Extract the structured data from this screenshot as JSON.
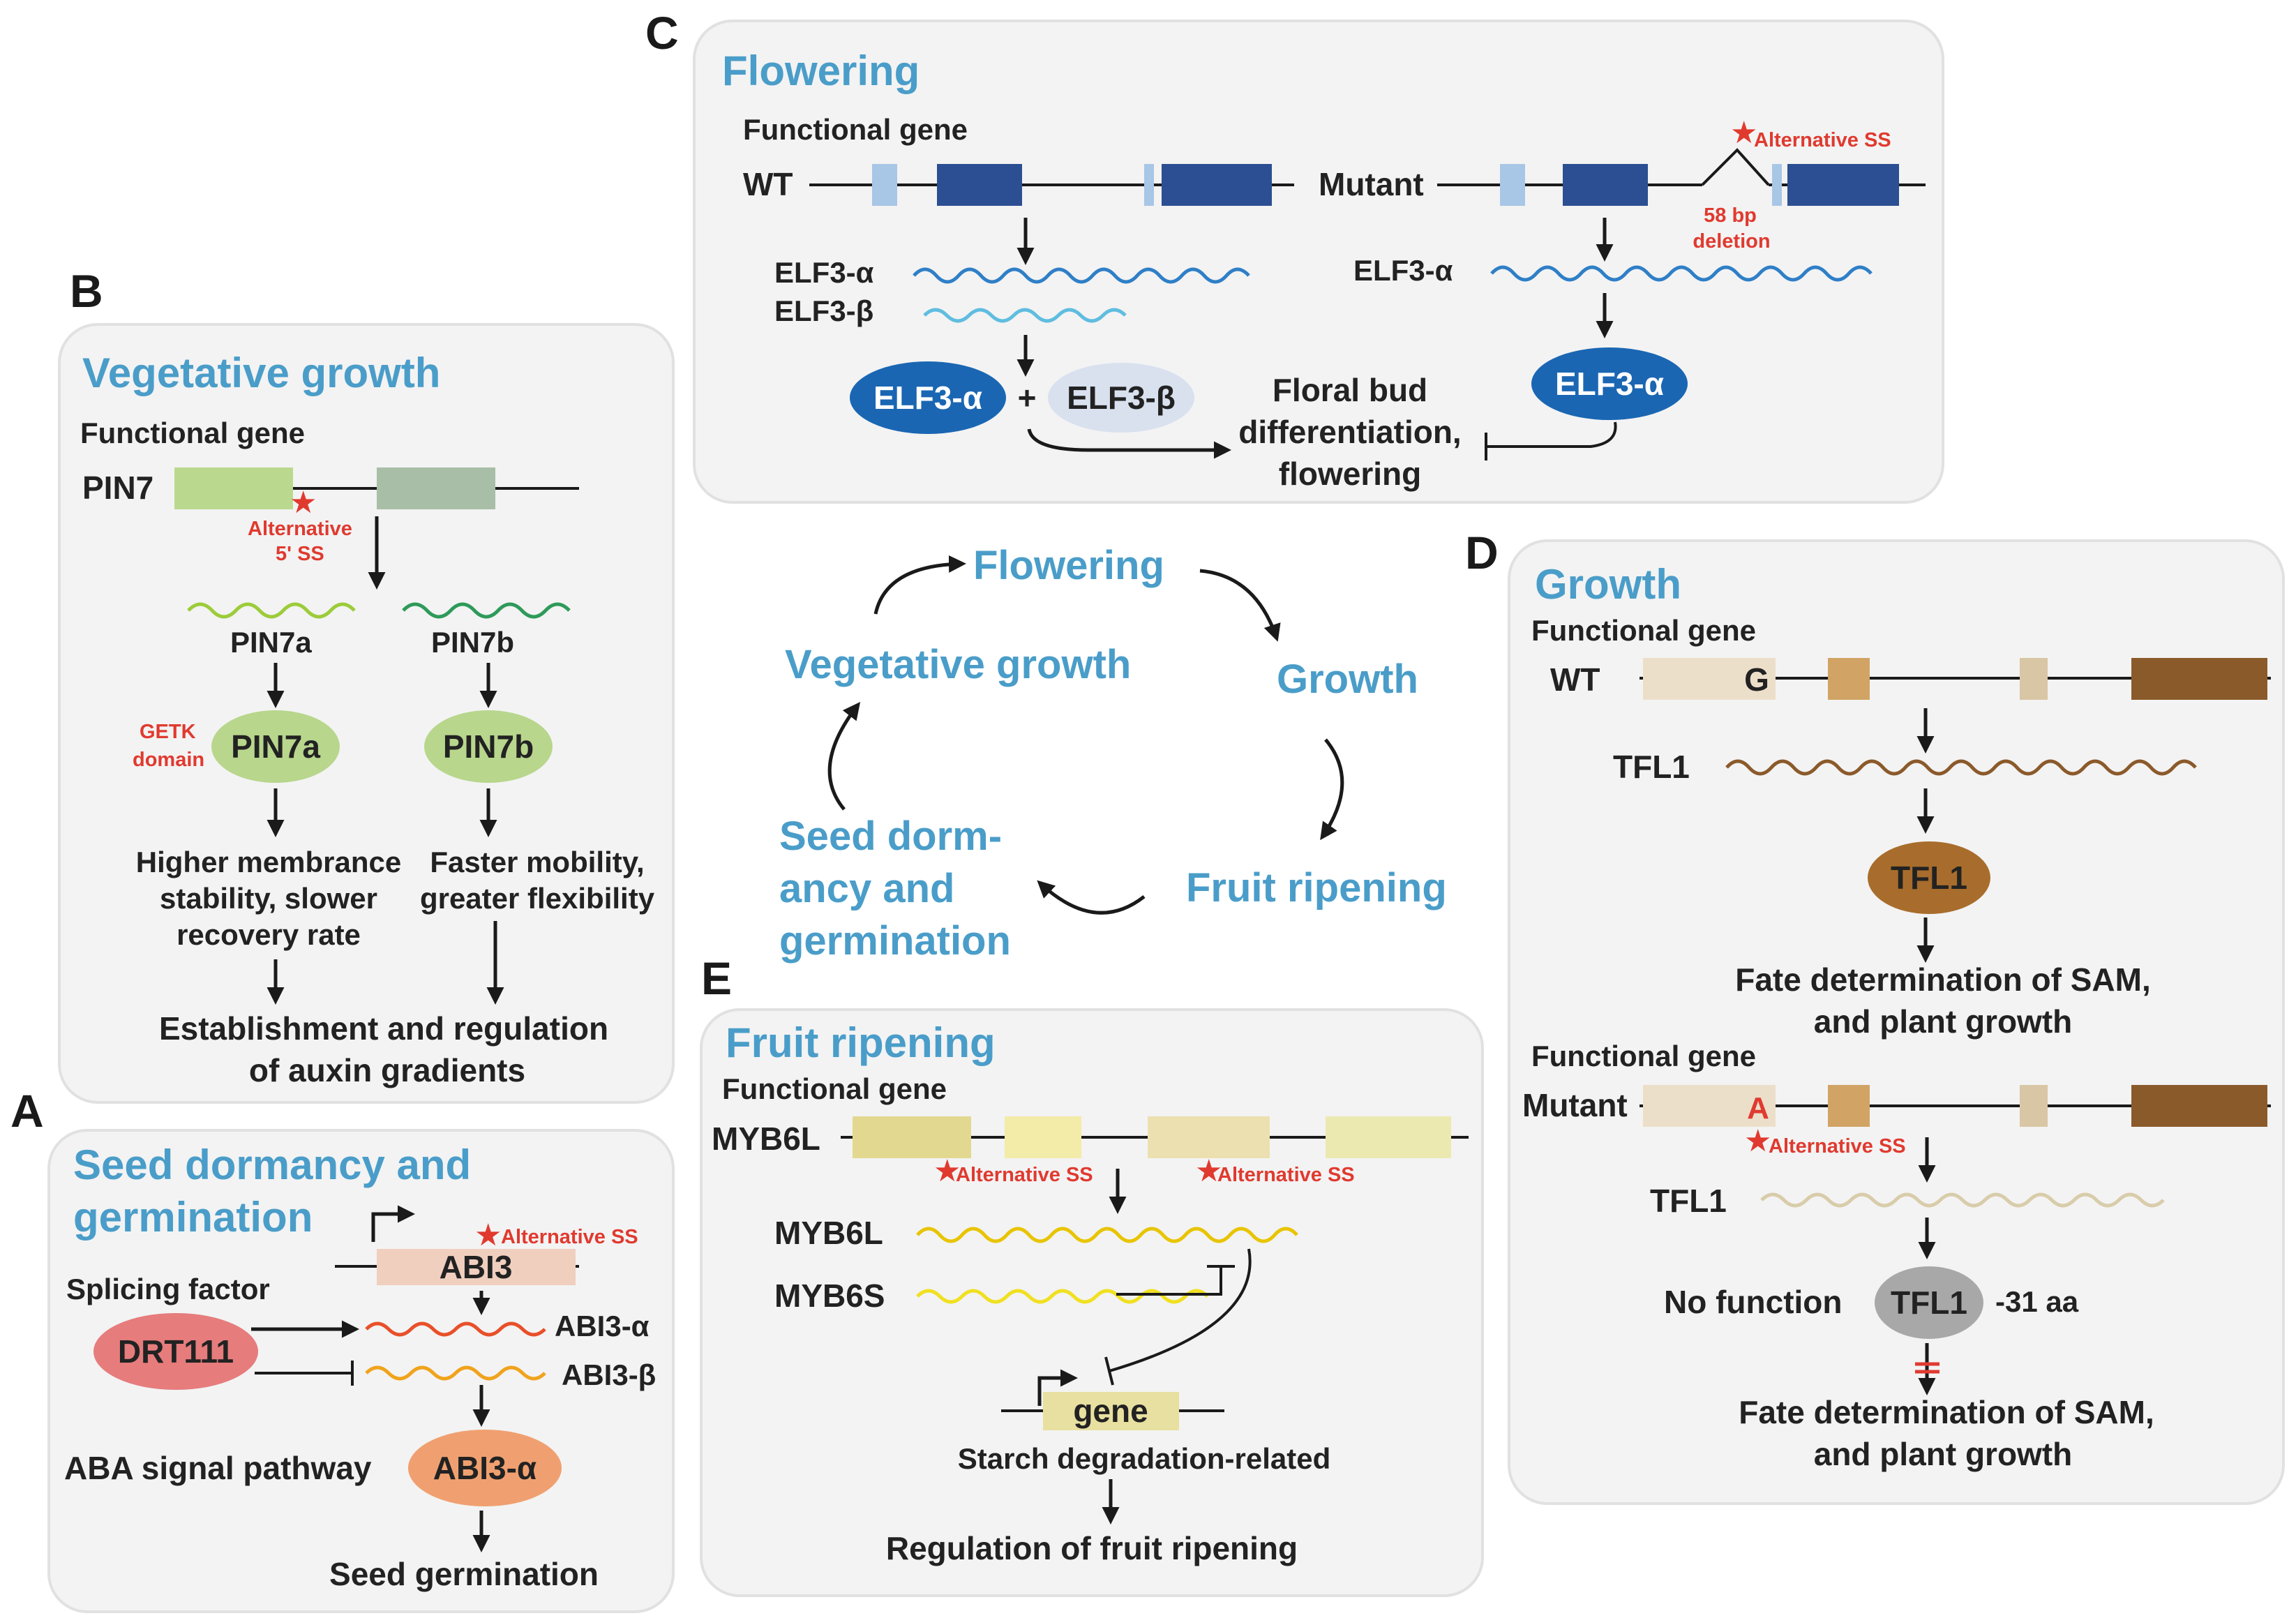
{
  "panel_letters": {
    "a": "A",
    "b": "B",
    "c": "C",
    "d": "D",
    "e": "E"
  },
  "panel_B": {
    "title": "Vegetative growth",
    "functional_gene": "Functional gene",
    "gene": "PIN7",
    "alt_site_line1": "Alternative",
    "alt_site_line2": "5' SS",
    "transcript_a": "PIN7a",
    "transcript_b": "PIN7b",
    "domain_line1": "GETK",
    "domain_line2": "domain",
    "protein_a": "PIN7a",
    "protein_b": "PIN7b",
    "effect_a": [
      "Higher membrance",
      "stability, slower",
      "recovery rate"
    ],
    "effect_b": [
      "Faster mobility,",
      "greater flexibility"
    ],
    "result": [
      "Establishment and regulation",
      "of auxin gradients"
    ]
  },
  "panel_A": {
    "title": [
      "Seed dormancy and",
      "germination"
    ],
    "gene": "ABI3",
    "alt_site": "Alternative SS",
    "splicing_factor": "Splicing factor",
    "factor": "DRT111",
    "isoform_alpha": "ABI3-α",
    "isoform_beta": "ABI3-β",
    "pathway": "ABA signal pathway",
    "protein": "ABI3-α",
    "result": "Seed germination"
  },
  "panel_C": {
    "title": "Flowering",
    "functional_gene": "Functional gene",
    "wt": "WT",
    "mutant": "Mutant",
    "alt_site": "Alternative SS",
    "deletion": [
      "58 bp",
      "deletion"
    ],
    "wt_alpha": "ELF3-α",
    "wt_beta": "ELF3-β",
    "mut_alpha": "ELF3-α",
    "protein_alpha": "ELF3-α",
    "plus": "+",
    "protein_beta": "ELF3-β",
    "protein_mut": "ELF3-α",
    "result": [
      "Floral bud",
      "differentiation,",
      "flowering"
    ]
  },
  "cycle": {
    "flowering": "Flowering",
    "vegetative": "Vegetative growth",
    "growth": "Growth",
    "ripening": "Fruit ripening",
    "seed": [
      "Seed dorm-",
      "ancy and",
      "germination"
    ]
  },
  "panel_D": {
    "title": "Growth",
    "functional_gene": "Functional gene",
    "wt": "WT",
    "wt_base": "G",
    "transcript": "TFL1",
    "protein": "TFL1",
    "result": [
      "Fate determination of SAM,",
      "and plant growth"
    ],
    "functional_gene_2": "Functional gene",
    "mutant": "Mutant",
    "mut_base": "A",
    "alt_site": "Alternative SS",
    "mut_transcript": "TFL1",
    "no_function": "No function",
    "mut_protein": "TFL1",
    "truncation": "-31 aa",
    "mut_result": [
      "Fate determination of SAM,",
      "and plant growth"
    ]
  },
  "panel_E": {
    "title": "Fruit ripening",
    "functional_gene": "Functional gene",
    "gene": "MYB6L",
    "alt_site_1": "Alternative SS",
    "alt_site_2": "Alternative SS",
    "isoform_long": "MYB6L",
    "isoform_short": "MYB6S",
    "target": "gene",
    "target_desc": "Starch degradation-related",
    "result": "Regulation of fruit ripening"
  },
  "colors": {
    "panel_bg": "#f3f3f3",
    "panel_border": "#e1e1e1",
    "title_blue": "#4a9dc9",
    "alt_red": "#e03a2f",
    "elf_dark": "#2b4f92",
    "elf_light": "#a8c6e6",
    "elf_alpha_ellipse": "#1a66b3",
    "elf_beta_ellipse": "#d9e1ef",
    "pin_green": "#bad98e",
    "tfl_brown": "#8b5a2b",
    "myb_yellow": "#e8e0a0"
  }
}
